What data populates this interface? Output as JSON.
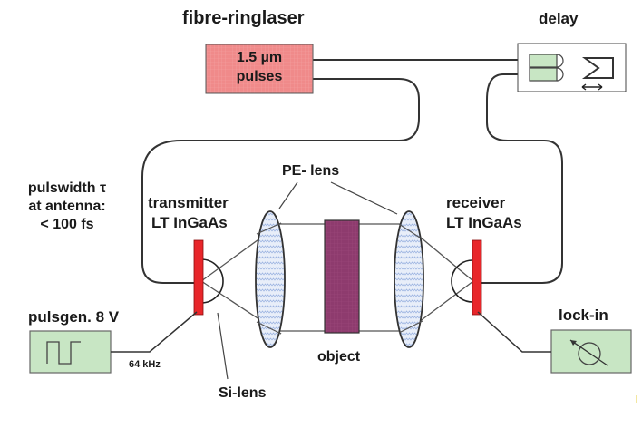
{
  "diagram": {
    "title": "fibre-ringlaser",
    "laser": {
      "line1": "1.5 µm",
      "line2": "pulses",
      "fill": "#f08a8a"
    },
    "delay": {
      "label": "delay"
    },
    "pulsewidth": {
      "line1": "pulswidth τ",
      "line2": "at antenna:",
      "line3": "< 100 fs"
    },
    "transmitter": {
      "line1": "transmitter",
      "line2": "LT InGaAs"
    },
    "receiver": {
      "line1": "receiver",
      "line2": "LT InGaAs"
    },
    "pe_lens": {
      "label": "PE- lens"
    },
    "si_lens": {
      "label": "Si-lens"
    },
    "object": {
      "label": "object",
      "fill": "#8e3b6e"
    },
    "pulsgen": {
      "label": "pulsgen. 8 V",
      "frequency": "64 kHz"
    },
    "lockin": {
      "label": "lock-in"
    },
    "colors": {
      "antenna": "#e8262a",
      "instrument_box": "#c8e6c4",
      "lens_fill": "#dde8f6",
      "fiber": "#333333"
    }
  }
}
